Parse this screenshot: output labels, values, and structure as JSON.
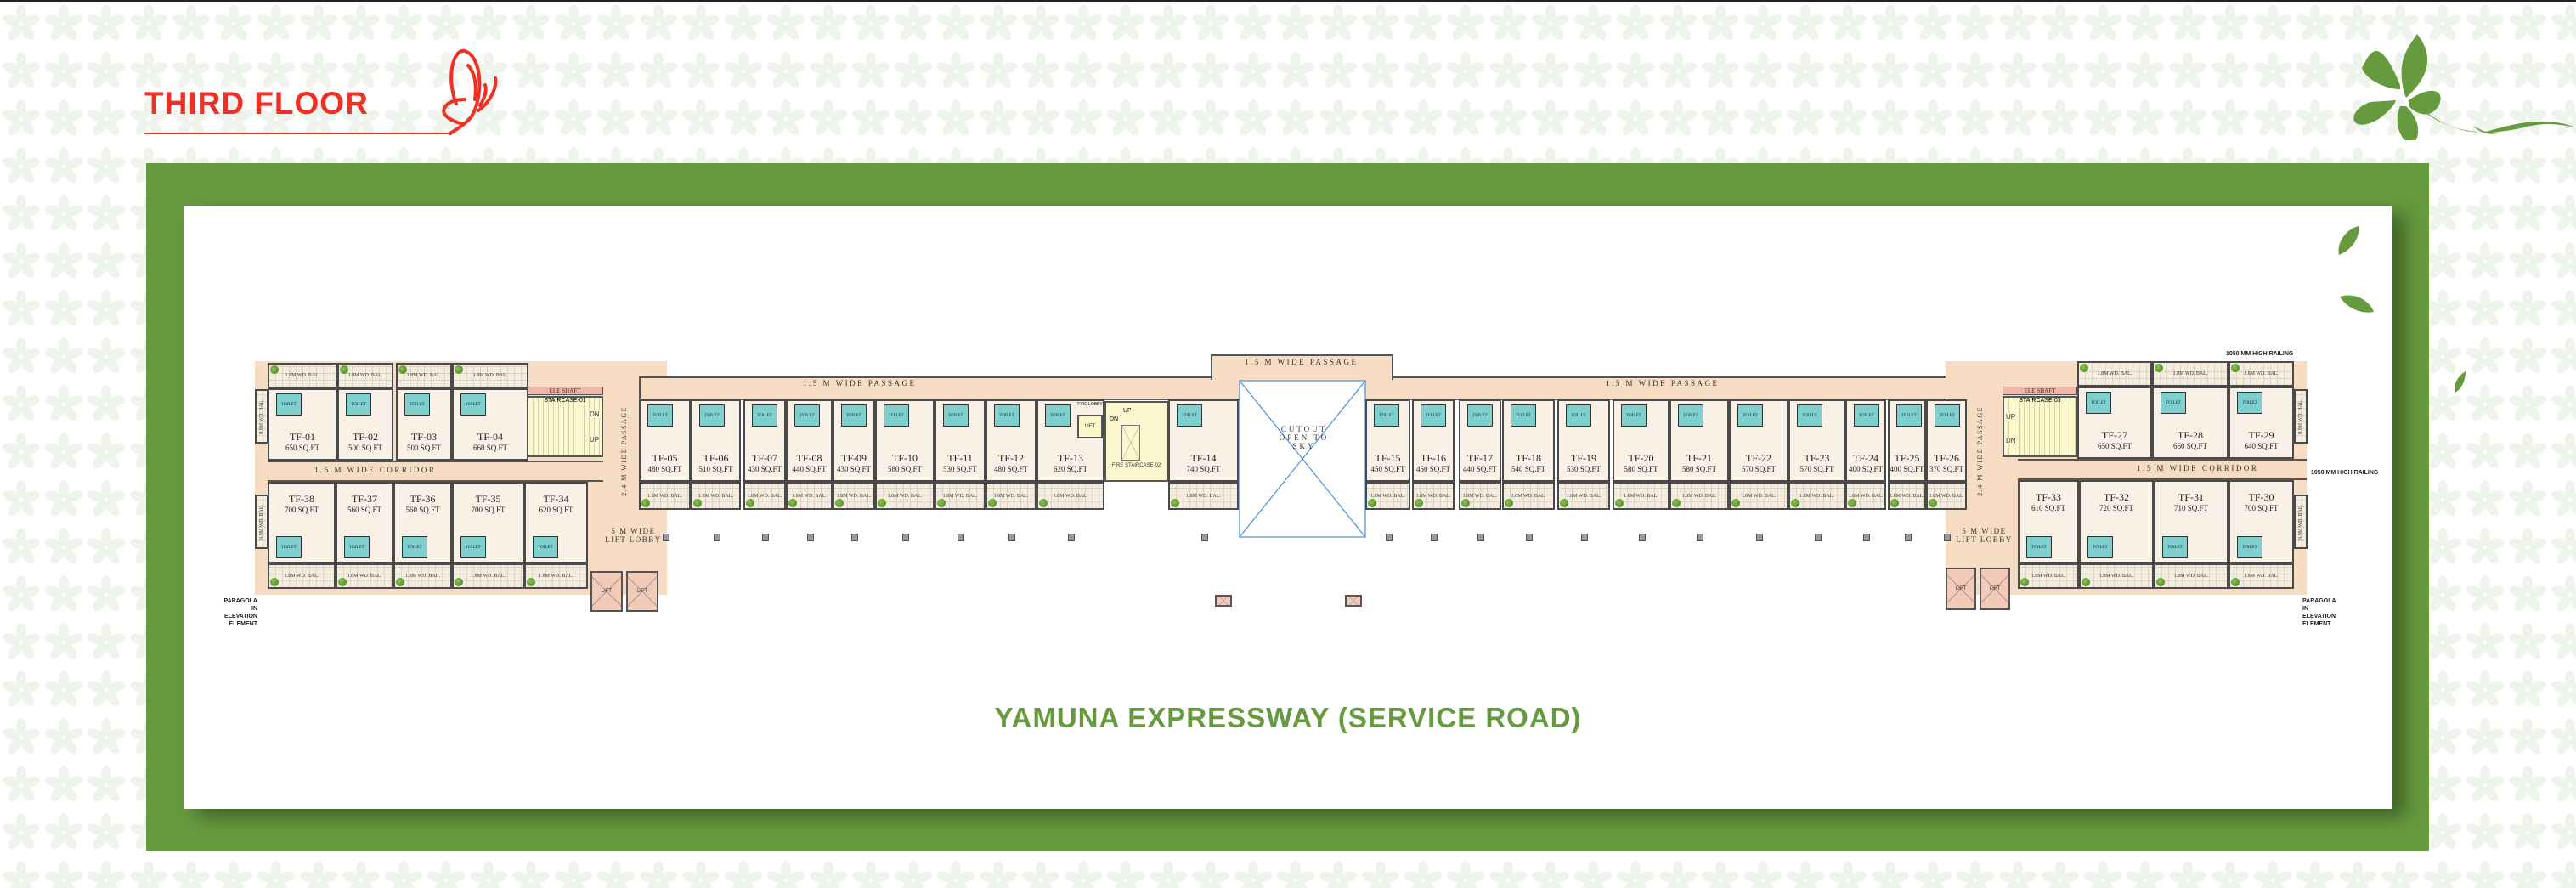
{
  "header": {
    "title": "THIRD FLOOR",
    "title_color": "#ee3124",
    "logo_icon": "butterfly-icon",
    "corner_icon": "flower-vine-icon"
  },
  "theme": {
    "panel_green": "#669a3e",
    "background_pattern": "flower-pattern"
  },
  "road_label": "YAMUNA EXPRESSWAY (SERVICE ROAD)",
  "plan": {
    "balcony_label": "1.8M WD. BAL.",
    "side_balcony_label": "0.9M WD. BAL.",
    "toilet_label": "TOILET",
    "passage_label": "1.5 M WIDE PASSAGE",
    "corridor_label": "1.5 M WIDE CORRIDOR",
    "side_passage_label": "2.4 M WIDE PASSAGE",
    "lift_lobby_label": "5 M WIDE LIFT LOBBY",
    "staircase_1": "STAIRCASE-01",
    "staircase_3": "STAIRCASE-03",
    "fire_staircase": "FIRE STAIRCASE-02",
    "ele_shaft": "ELE SHAFT",
    "lift": "LIFT",
    "fire_lobby": "FIRE LOBBY",
    "up": "UP",
    "dn": "DN",
    "cutout": "CUTOUT OPEN TO SKY",
    "railing": "1050 MM HIGH RAILING",
    "paragola": "PARAGOLA IN ELEVATION ELEMENT",
    "units": [
      {
        "id": "TF-01",
        "area": "650 SQ.FT"
      },
      {
        "id": "TF-02",
        "area": "500 SQ.FT"
      },
      {
        "id": "TF-03",
        "area": "500 SQ.FT"
      },
      {
        "id": "TF-04",
        "area": "660 SQ.FT"
      },
      {
        "id": "TF-05",
        "area": "480 SQ.FT"
      },
      {
        "id": "TF-06",
        "area": "510 SQ.FT"
      },
      {
        "id": "TF-07",
        "area": "430 SQ.FT"
      },
      {
        "id": "TF-08",
        "area": "440 SQ.FT"
      },
      {
        "id": "TF-09",
        "area": "430 SQ.FT"
      },
      {
        "id": "TF-10",
        "area": "580 SQ.FT"
      },
      {
        "id": "TF-11",
        "area": "530 SQ.FT"
      },
      {
        "id": "TF-12",
        "area": "480 SQ.FT"
      },
      {
        "id": "TF-13",
        "area": "620 SQ.FT"
      },
      {
        "id": "TF-14",
        "area": "740 SQ.FT"
      },
      {
        "id": "TF-15",
        "area": "450 SQ.FT"
      },
      {
        "id": "TF-16",
        "area": "450 SQ.FT"
      },
      {
        "id": "TF-17",
        "area": "440 SQ.FT"
      },
      {
        "id": "TF-18",
        "area": "540 SQ.FT"
      },
      {
        "id": "TF-19",
        "area": "530 SQ.FT"
      },
      {
        "id": "TF-20",
        "area": "580 SQ.FT"
      },
      {
        "id": "TF-21",
        "area": "580 SQ.FT"
      },
      {
        "id": "TF-22",
        "area": "570 SQ.FT"
      },
      {
        "id": "TF-23",
        "area": "570 SQ.FT"
      },
      {
        "id": "TF-24",
        "area": "400 SQ.FT"
      },
      {
        "id": "TF-25",
        "area": "400 SQ.FT"
      },
      {
        "id": "TF-26",
        "area": "370 SQ.FT"
      },
      {
        "id": "TF-27",
        "area": "650 SQ.FT"
      },
      {
        "id": "TF-28",
        "area": "660 SQ.FT"
      },
      {
        "id": "TF-29",
        "area": "640 SQ.FT"
      },
      {
        "id": "TF-30",
        "area": "700 SQ.FT"
      },
      {
        "id": "TF-31",
        "area": "710 SQ.FT"
      },
      {
        "id": "TF-32",
        "area": "720 SQ.FT"
      },
      {
        "id": "TF-33",
        "area": "610 SQ.FT"
      },
      {
        "id": "TF-34",
        "area": "620 SQ.FT"
      },
      {
        "id": "TF-35",
        "area": "700 SQ.FT"
      },
      {
        "id": "TF-36",
        "area": "560 SQ.FT"
      },
      {
        "id": "TF-37",
        "area": "560 SQ.FT"
      },
      {
        "id": "TF-38",
        "area": "700 SQ.FT"
      }
    ]
  }
}
